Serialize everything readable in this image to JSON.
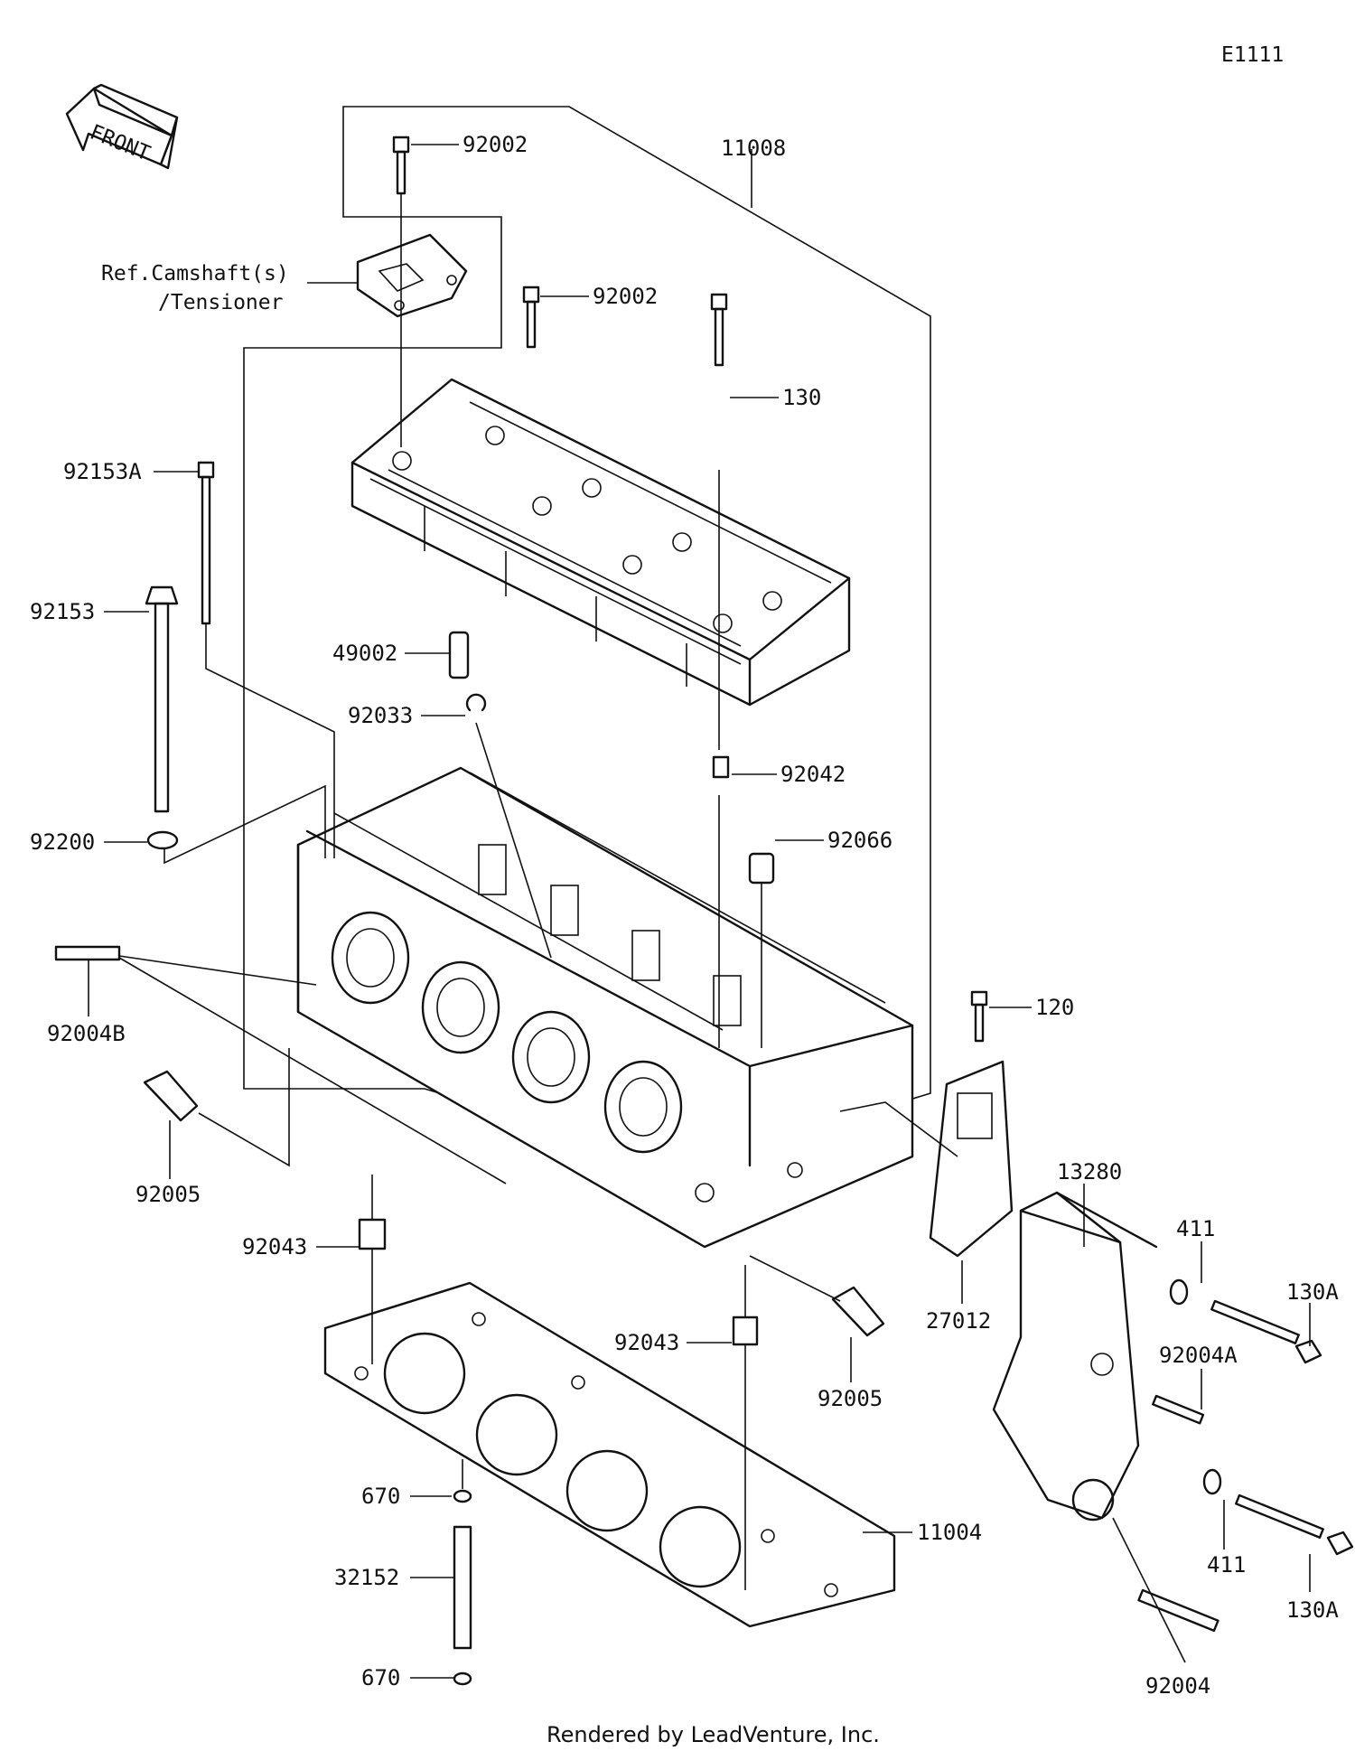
{
  "diagram_code": "E1111",
  "front_arrow": {
    "label": "FRONT",
    "icon": "front-direction-arrow-icon"
  },
  "reference_note": {
    "line1": "Ref.Camshaft(s)",
    "line2": "/Tensioner"
  },
  "parts": {
    "p92002_top": "92002",
    "p11008": "11008",
    "p92002_mid": "92002",
    "p130": "130",
    "p92153A": "92153A",
    "p92153": "92153",
    "p49002": "49002",
    "p92033": "92033",
    "p92042": "92042",
    "p92066": "92066",
    "p92200": "92200",
    "p92004B": "92004B",
    "p120": "120",
    "p92005_left": "92005",
    "p13280": "13280",
    "p411_top": "411",
    "p130A_top": "130A",
    "p92043_left": "92043",
    "p27012": "27012",
    "p92004A": "92004A",
    "p92043_right": "92043",
    "p92005_right": "92005",
    "p670_top": "670",
    "p11004": "11004",
    "p32152": "32152",
    "p411_bottom": "411",
    "p130A_bottom": "130A",
    "p670_bottom": "670",
    "p92004": "92004"
  },
  "footer": "Rendered by LeadVenture, Inc."
}
